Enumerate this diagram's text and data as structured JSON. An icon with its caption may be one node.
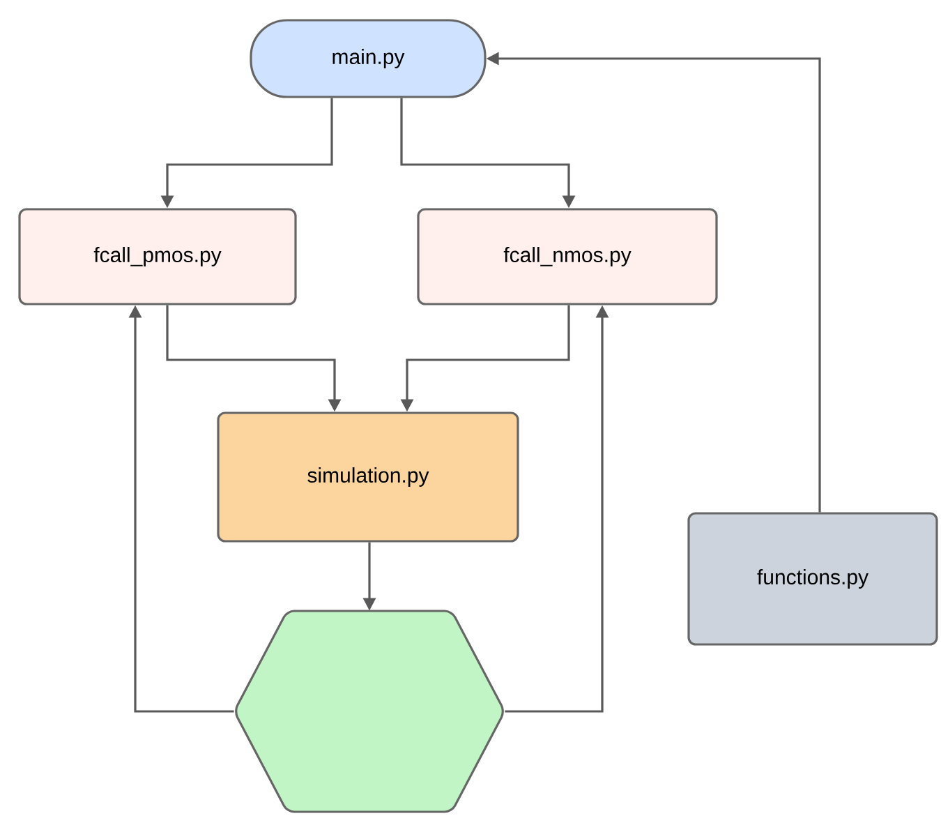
{
  "diagram": {
    "nodes": [
      {
        "text": [
          "main.py"
        ]
      },
      {
        "text": [
          "fcall_pmos.py"
        ]
      },
      {
        "text": [
          "fcall_nmos.py"
        ]
      },
      {
        "text": [
          "simulation.py"
        ]
      },
      {
        "text": [],
        "shape": "hexagon"
      },
      {
        "text": [
          "functions.py"
        ]
      }
    ],
    "edges": [
      {
        "from": 0,
        "to": 1,
        "arrow": "to"
      },
      {
        "from": 0,
        "to": 2,
        "arrow": "to"
      },
      {
        "from": 1,
        "to": 3,
        "arrow": "to"
      },
      {
        "from": 2,
        "to": 3,
        "arrow": "to"
      },
      {
        "from": 3,
        "to": 4,
        "arrow": "to"
      },
      {
        "from": 4,
        "to": 1,
        "arrow": "to"
      },
      {
        "from": 4,
        "to": 2,
        "arrow": "to"
      },
      {
        "from": 5,
        "to": 0,
        "arrow": "to"
      }
    ]
  }
}
